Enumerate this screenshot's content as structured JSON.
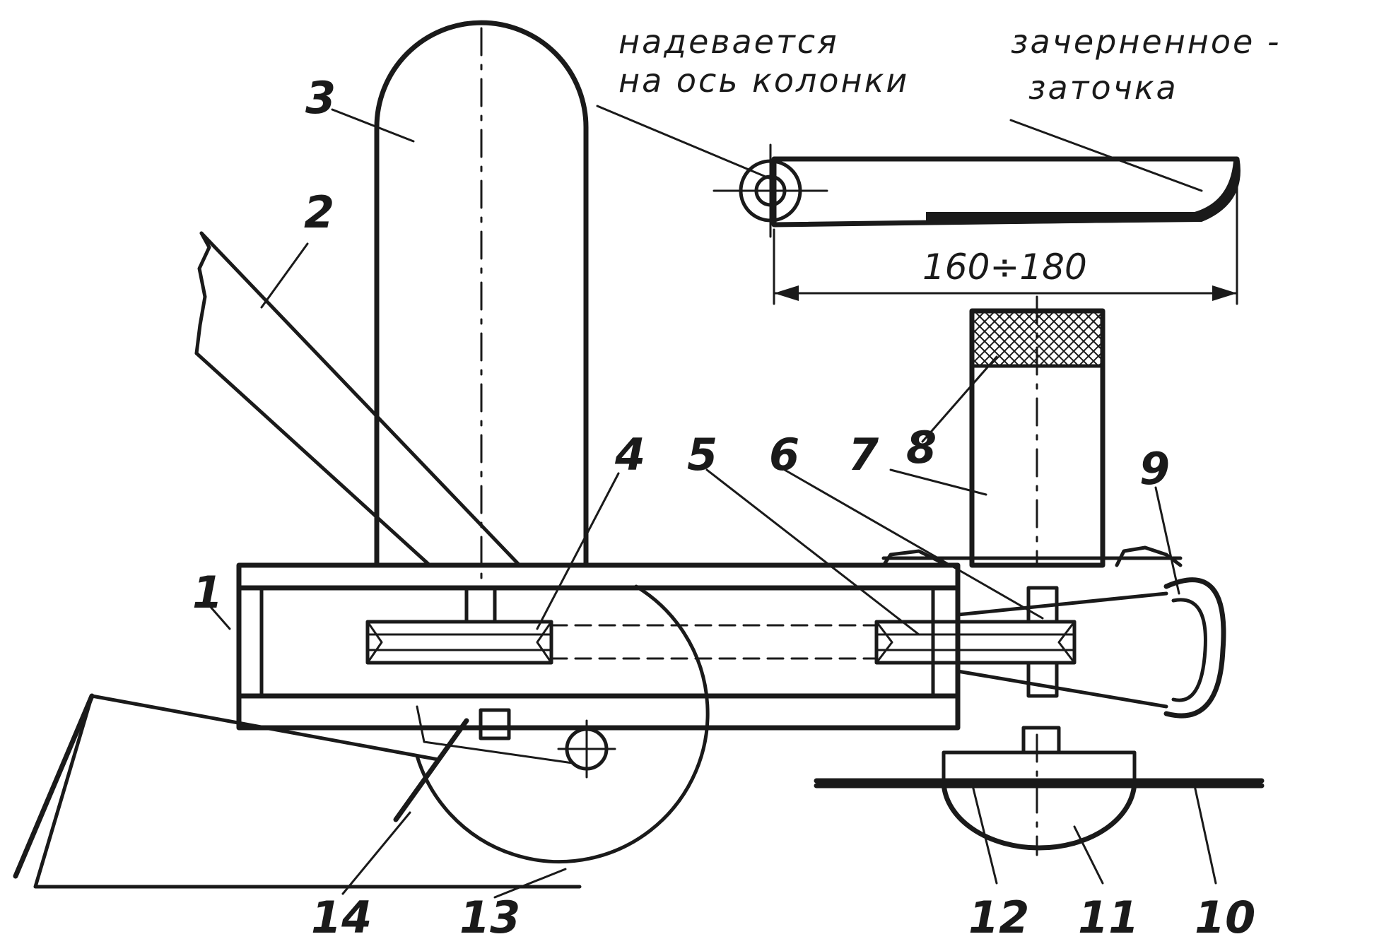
{
  "labels": {
    "n1": "1",
    "n2": "2",
    "n3": "3",
    "n4": "4",
    "n5": "5",
    "n6": "6",
    "n7": "7",
    "n8": "8",
    "n9": "9",
    "n10": "10",
    "n11": "11",
    "n12": "12",
    "n13": "13",
    "n14": "14"
  },
  "notes": {
    "axis_line1": "надевается",
    "axis_line2": "на ось колонки",
    "sharp_line1": "зачерненное -",
    "sharp_line2": "заточка"
  },
  "dimension": "160÷180"
}
